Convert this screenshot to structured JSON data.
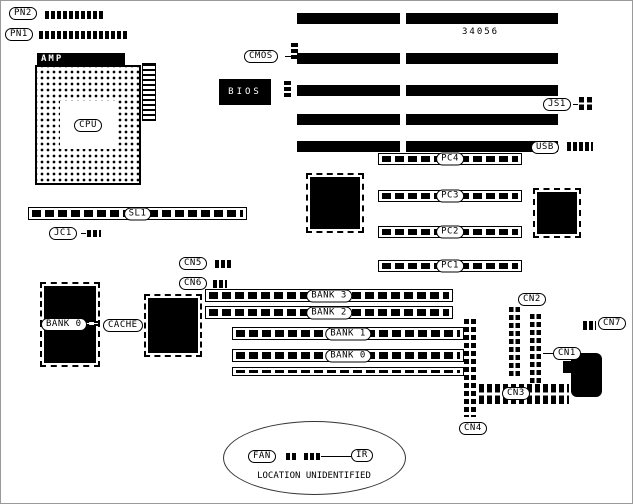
{
  "board": {
    "part_number": "34056",
    "top_left": {
      "pn2": "PN2",
      "pn1": "PN1"
    },
    "cpu": {
      "amp": "AMP",
      "label": "CPU"
    },
    "firmware": {
      "cmos": "CMOS",
      "bios": "BIOS"
    },
    "sl1": "SL1",
    "jc1": "JC1",
    "cn5": "CN5",
    "cn6": "CN6",
    "pci_slots": [
      "PC4",
      "PC3",
      "PC2",
      "PC1"
    ],
    "memory": {
      "upper": [
        "BANK 3",
        "BANK 2"
      ],
      "lower": [
        "BANK 1",
        "BANK 0"
      ]
    },
    "cache": {
      "bank_label": "BANK 0",
      "cache_label": "CACHE"
    },
    "right_edge": {
      "js1": "JS1",
      "usb": "USB",
      "cn2": "CN2",
      "cn7": "CN7",
      "cn1": "CN1",
      "cn3": "CN3",
      "cn4": "CN4"
    },
    "unidentified": {
      "fan": "FAN",
      "ir": "IR",
      "note": "LOCATION UNIDENTIFIED"
    }
  }
}
